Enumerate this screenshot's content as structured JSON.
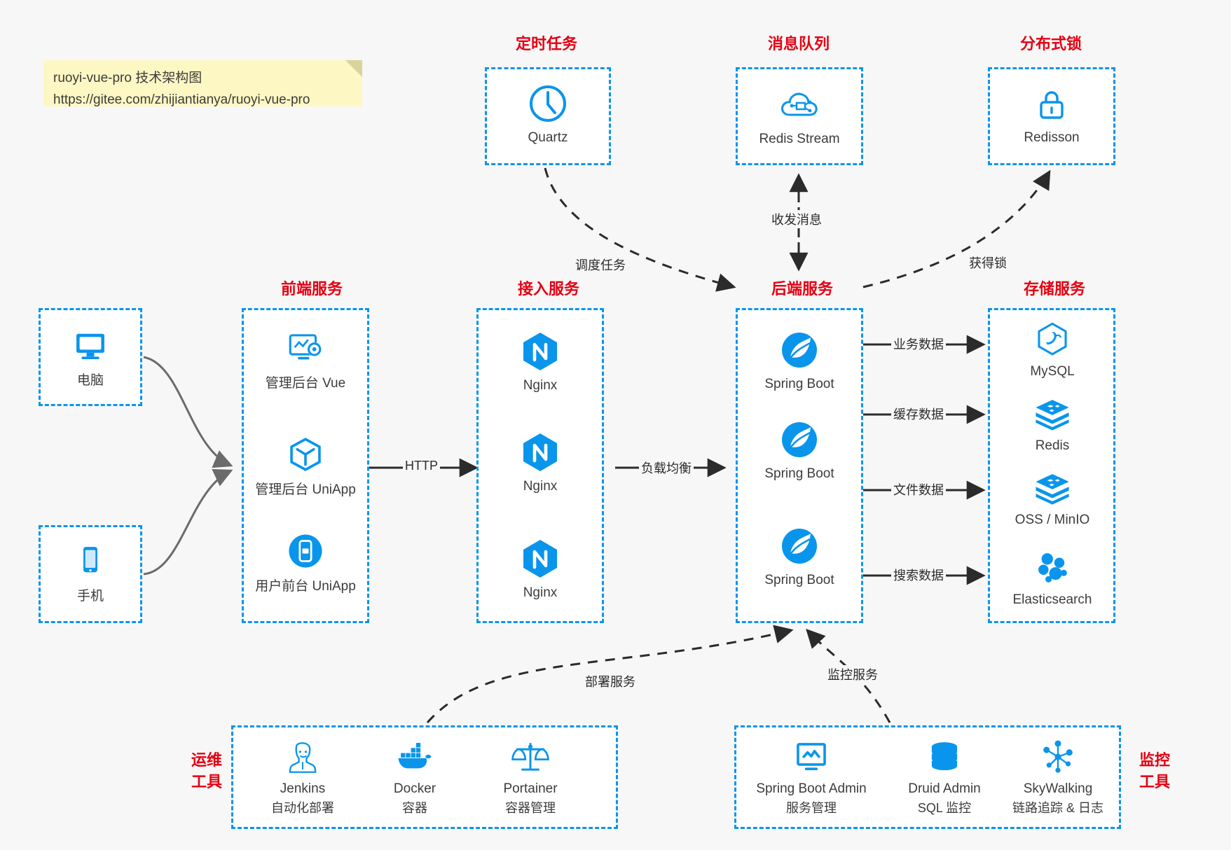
{
  "note": {
    "line1": "ruoyi-vue-pro 技术架构图",
    "line2": "https://gitee.com/zhijiantianya/ruoyi-vue-pro"
  },
  "colors": {
    "accent": "#0a95ec",
    "title_red": "#e60012",
    "background": "#f7f7f7",
    "note_bg": "#fdf7c3",
    "arrow": "#3c3c3c",
    "client_arrow": "#6b6b6b"
  },
  "groups": {
    "scheduler": {
      "title": "定时任务",
      "items": [
        {
          "label": "Quartz",
          "icon": "clock-icon"
        }
      ]
    },
    "mq": {
      "title": "消息队列",
      "items": [
        {
          "label": "Redis Stream",
          "icon": "cloud-network-icon"
        }
      ]
    },
    "lock": {
      "title": "分布式锁",
      "items": [
        {
          "label": "Redisson",
          "icon": "padlock-icon"
        }
      ]
    },
    "clients": {
      "items": [
        {
          "label": "电脑",
          "icon": "desktop-icon"
        },
        {
          "label": "手机",
          "icon": "mobile-icon"
        }
      ]
    },
    "frontend": {
      "title": "前端服务",
      "items": [
        {
          "label": "管理后台 Vue",
          "icon": "monitor-gear-icon"
        },
        {
          "label": "管理后台 UniApp",
          "icon": "cube-icon"
        },
        {
          "label": "用户前台 UniApp",
          "icon": "mobile-round-icon"
        }
      ]
    },
    "gateway": {
      "title": "接入服务",
      "items": [
        {
          "label": "Nginx",
          "icon": "nginx-icon"
        },
        {
          "label": "Nginx",
          "icon": "nginx-icon"
        },
        {
          "label": "Nginx",
          "icon": "nginx-icon"
        }
      ]
    },
    "backend": {
      "title": "后端服务",
      "items": [
        {
          "label": "Spring Boot",
          "icon": "spring-leaf-icon"
        },
        {
          "label": "Spring Boot",
          "icon": "spring-leaf-icon"
        },
        {
          "label": "Spring Boot",
          "icon": "spring-leaf-icon"
        }
      ]
    },
    "storage": {
      "title": "存储服务",
      "items": [
        {
          "label": "MySQL",
          "icon": "mysql-dolphin-icon"
        },
        {
          "label": "Redis",
          "icon": "redis-stack-icon"
        },
        {
          "label": "OSS / MinIO",
          "icon": "oss-stack-icon"
        },
        {
          "label": "Elasticsearch",
          "icon": "elasticsearch-icon"
        }
      ]
    },
    "devops": {
      "title": "运维\n工具",
      "title_l1": "运维",
      "title_l2": "工具",
      "items": [
        {
          "label": "Jenkins",
          "sub": "自动化部署",
          "icon": "jenkins-butler-icon"
        },
        {
          "label": "Docker",
          "sub": "容器",
          "icon": "docker-whale-icon"
        },
        {
          "label": "Portainer",
          "sub": "容器管理",
          "icon": "scales-icon"
        }
      ]
    },
    "monitor": {
      "title_l1": "监控",
      "title_l2": "工具",
      "items": [
        {
          "label": "Spring Boot Admin",
          "sub": "服务管理",
          "icon": "monitor-chart-icon"
        },
        {
          "label": "Druid Admin",
          "sub": "SQL 监控",
          "icon": "database-icon"
        },
        {
          "label": "SkyWalking",
          "sub": "链路追踪 & 日志",
          "icon": "skywalking-icon"
        }
      ]
    }
  },
  "edges": [
    {
      "id": "schedule",
      "label": "调度任务"
    },
    {
      "id": "mq",
      "label": "收发消息"
    },
    {
      "id": "lock",
      "label": "获得锁"
    },
    {
      "id": "http",
      "label": "HTTP"
    },
    {
      "id": "lb",
      "label": "负载均衡"
    },
    {
      "id": "biz-data",
      "label": "业务数据"
    },
    {
      "id": "cache-data",
      "label": "缓存数据"
    },
    {
      "id": "file-data",
      "label": "文件数据"
    },
    {
      "id": "search-data",
      "label": "搜索数据"
    },
    {
      "id": "deploy",
      "label": "部署服务"
    },
    {
      "id": "observe",
      "label": "监控服务"
    }
  ]
}
